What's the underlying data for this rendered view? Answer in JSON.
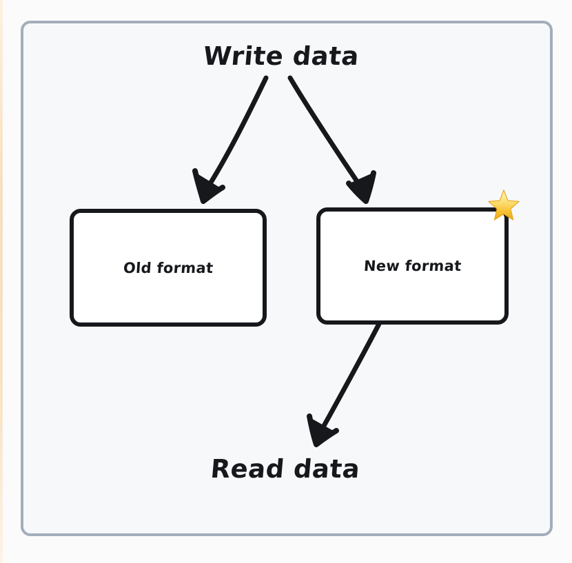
{
  "diagram": {
    "title_top": "Write data",
    "title_bottom": "Read data",
    "nodes": [
      {
        "id": "old-format",
        "label": "Old format"
      },
      {
        "id": "new-format",
        "label": "New format"
      }
    ],
    "badges": [
      {
        "id": "star",
        "icon": "star-icon",
        "attached_to": "new-format",
        "color": "#f5c431"
      }
    ],
    "edges": [
      {
        "from": "Write data",
        "to": "Old format",
        "style": "hand-drawn-arrow"
      },
      {
        "from": "Write data",
        "to": "New format",
        "style": "hand-drawn-arrow"
      },
      {
        "from": "New format",
        "to": "Read data",
        "style": "hand-drawn-arrow"
      }
    ],
    "colors": {
      "frame_border": "#a3adbb",
      "canvas_background": "#f7f8fa",
      "node_border": "#17181b",
      "node_fill": "#ffffff",
      "ink": "#16181c",
      "star_fill": "#f5c431",
      "edge_strip": "#f6dfc0"
    }
  }
}
